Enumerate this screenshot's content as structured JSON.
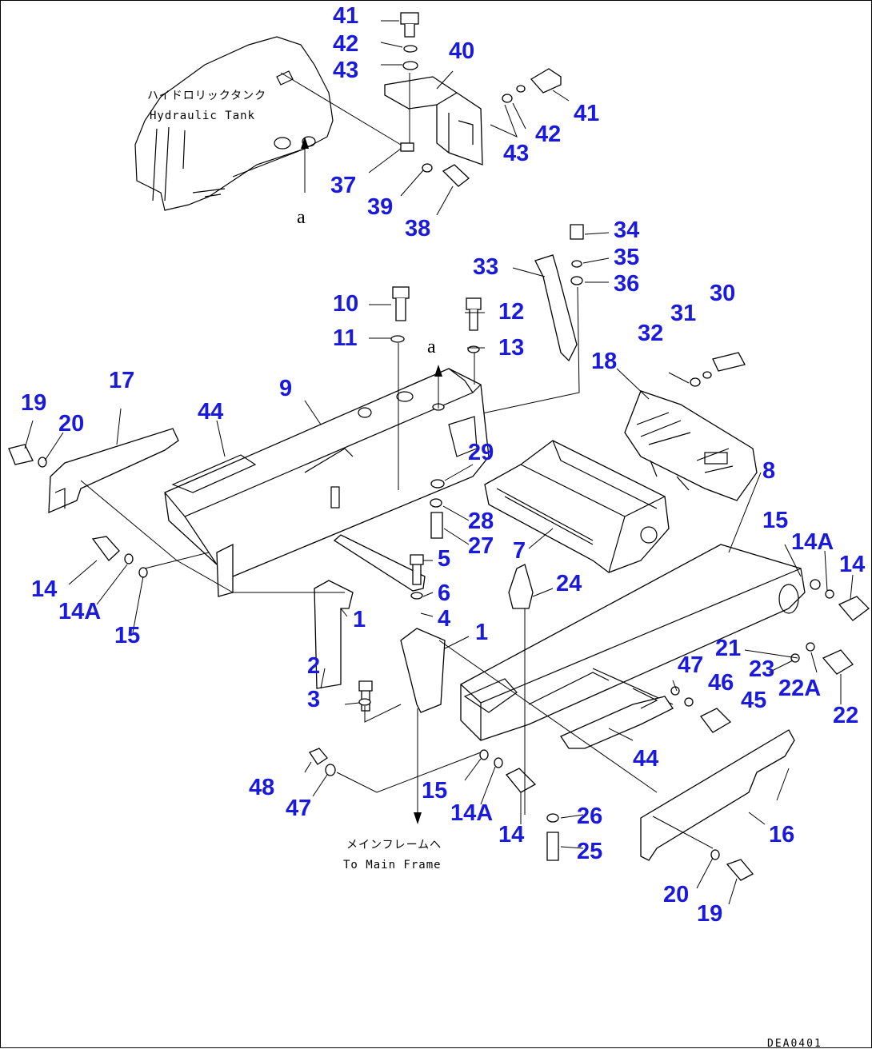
{
  "labels": {
    "hydraulic_tank_jp": "ハイドロリックタンク",
    "hydraulic_tank_en": "Hydraulic Tank",
    "to_main_frame_jp": "メインフレームへ",
    "to_main_frame_en": "To Main Frame",
    "view_mark": "a",
    "drawing_code": "DEA0401"
  },
  "callouts": [
    "41",
    "42",
    "43",
    "40",
    "41",
    "42",
    "43",
    "37",
    "39",
    "38",
    "34",
    "35",
    "36",
    "33",
    "10",
    "11",
    "12",
    "13",
    "30",
    "31",
    "32",
    "18",
    "17",
    "19",
    "20",
    "44",
    "9",
    "29",
    "28",
    "27",
    "7",
    "8",
    "15",
    "14A",
    "14",
    "14",
    "14A",
    "15",
    "5",
    "6",
    "4",
    "24",
    "1",
    "1",
    "2",
    "3",
    "21",
    "23",
    "22A",
    "22",
    "47",
    "46",
    "45",
    "44",
    "48",
    "47",
    "15",
    "14A",
    "14",
    "26",
    "25",
    "16",
    "20",
    "19"
  ]
}
